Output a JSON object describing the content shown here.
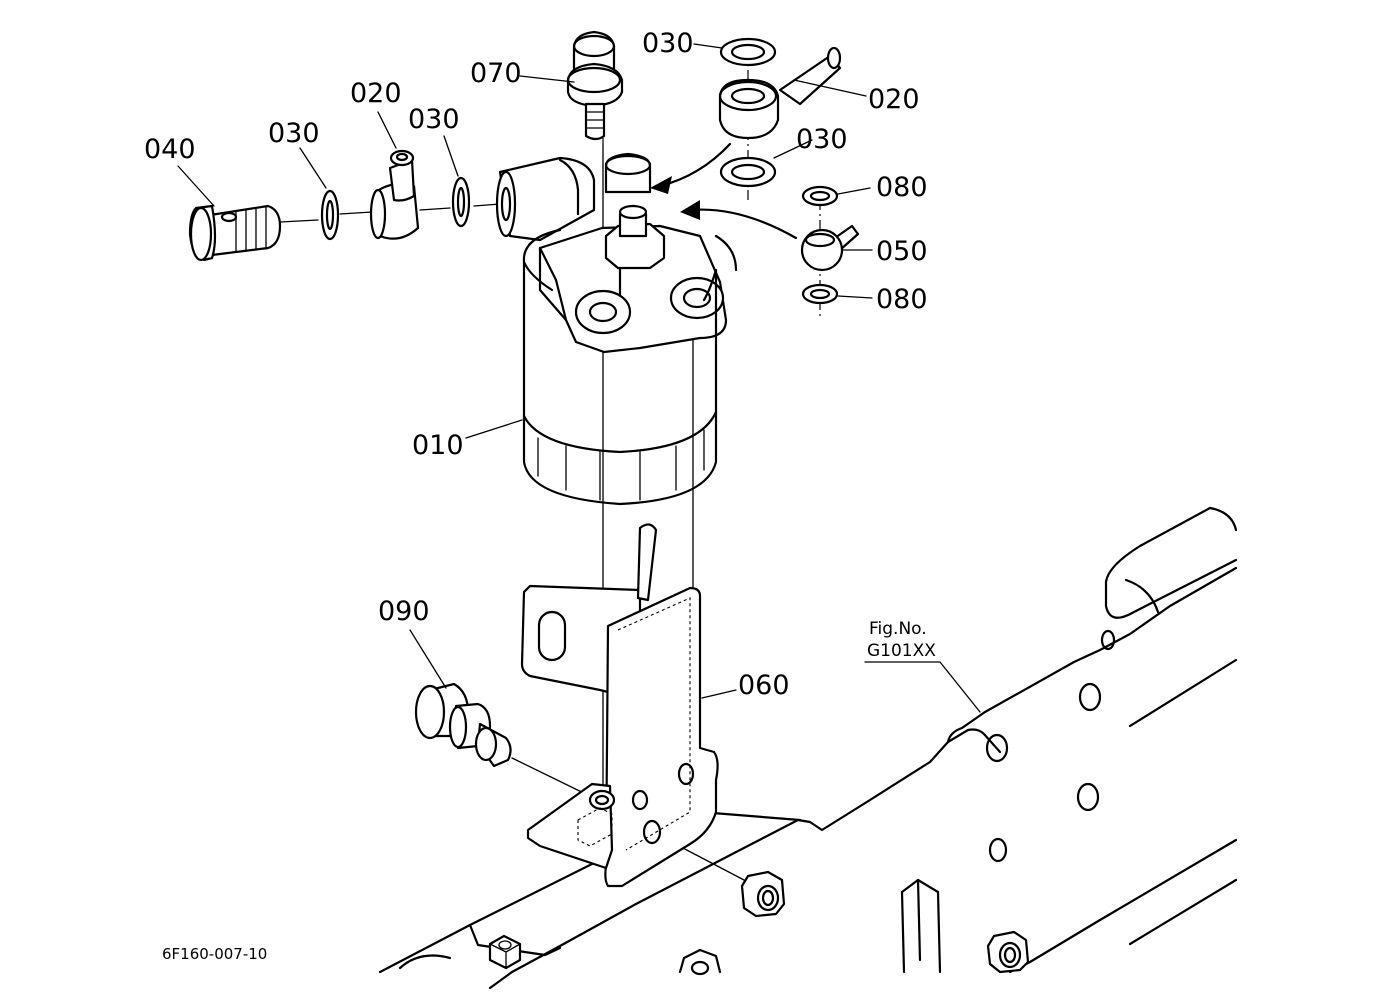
{
  "diagram": {
    "labels": {
      "p010": "010",
      "p020_left": "020",
      "p020_right": "020",
      "p030_a": "030",
      "p030_b": "030",
      "p030_c": "030",
      "p030_d": "030",
      "p040": "040",
      "p050": "050",
      "p060": "060",
      "p070": "070",
      "p080_top": "080",
      "p080_bottom": "080",
      "p090": "090"
    },
    "fig_ref": {
      "line1": "Fig.No.",
      "line2": "G101XX"
    },
    "drawing_code": "6F160-007-10"
  }
}
